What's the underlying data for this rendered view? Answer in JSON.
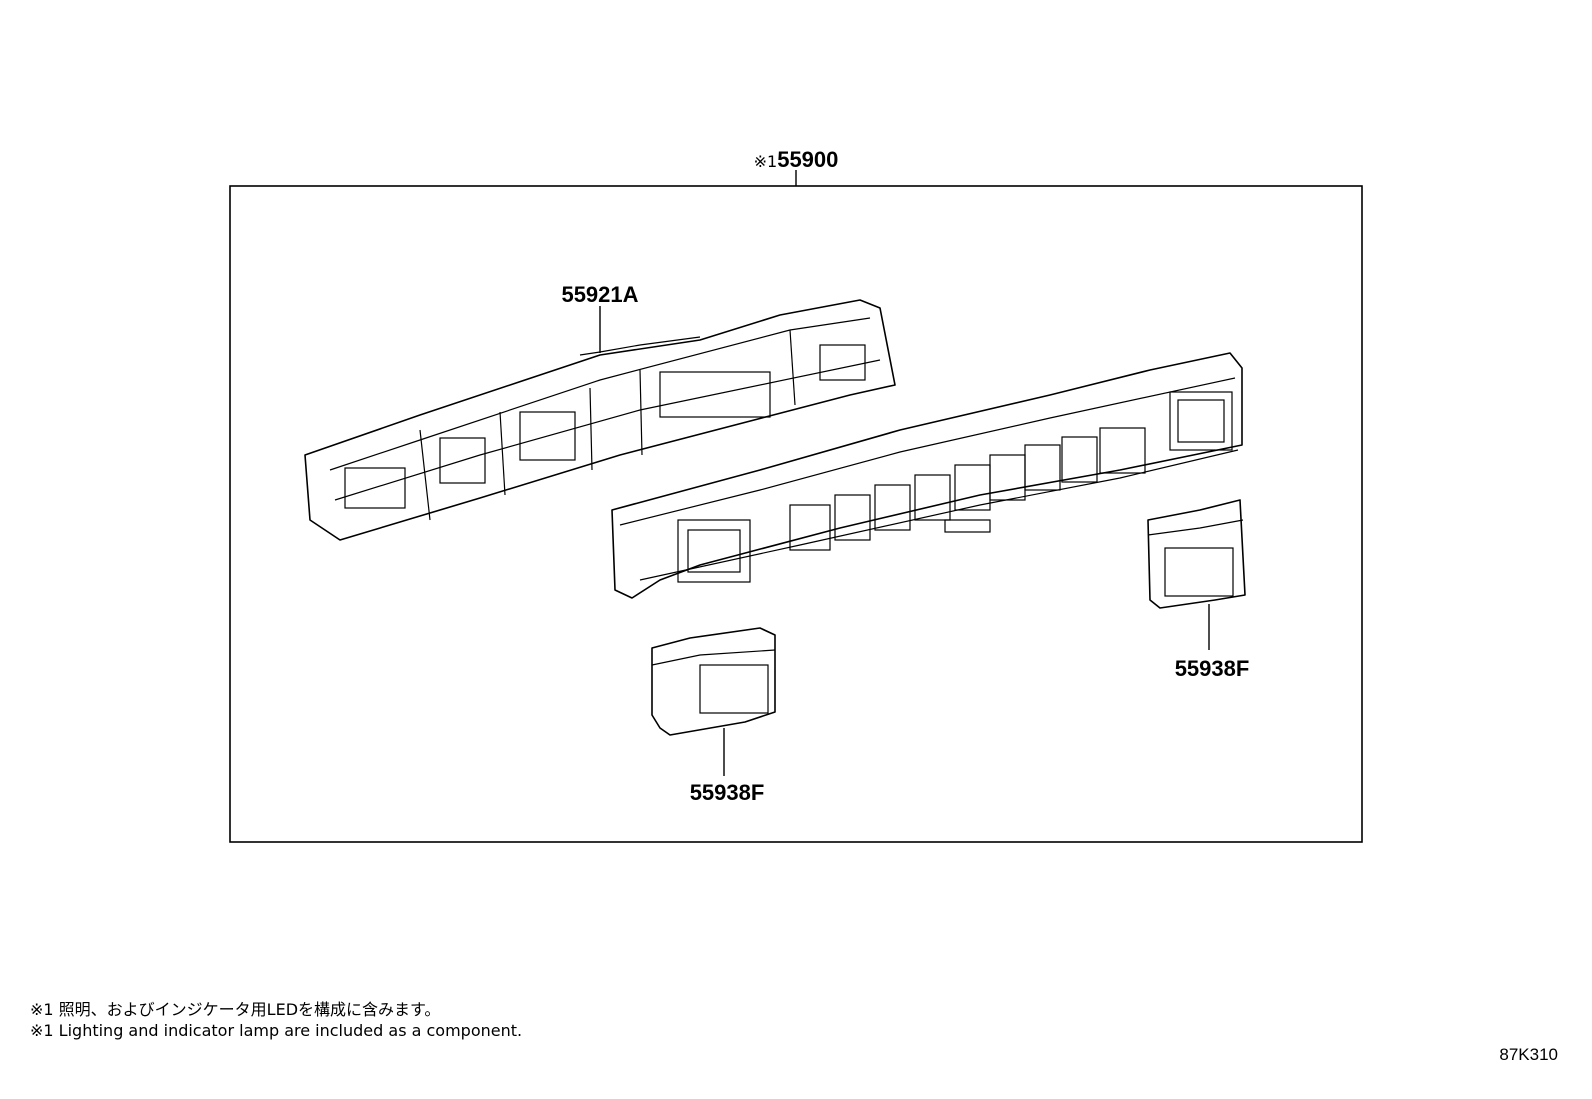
{
  "callouts": {
    "assembly": {
      "mark": "※1",
      "number": "55900"
    },
    "panel": "55921A",
    "switch_left": "55938F",
    "switch_right": "55938F"
  },
  "notes": {
    "ja": "※1 照明、およびインジケータ用LEDを構成に含みます。",
    "en": "※1 Lighting and indicator lamp are included as a component."
  },
  "drawing_code": "87K310"
}
